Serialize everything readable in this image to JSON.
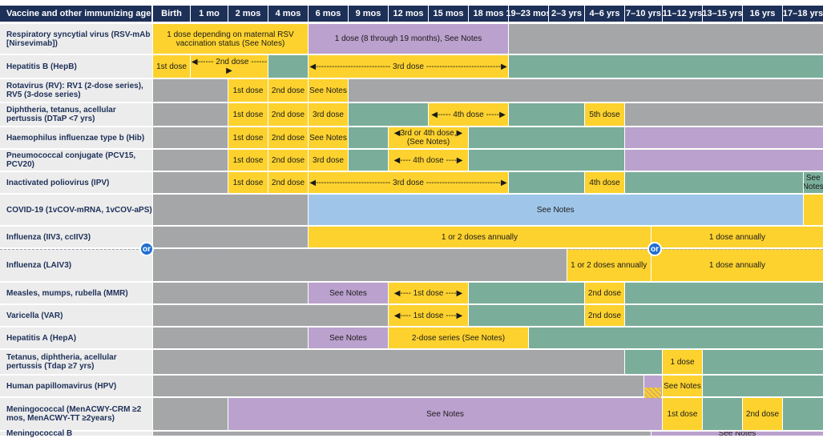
{
  "columns": [
    "Vaccine and other immunizing agents",
    "Birth",
    "1 mo",
    "2 mos",
    "4 mos",
    "6 mos",
    "9 mos",
    "12 mos",
    "15 mos",
    "18 mos",
    "19–23 mos",
    "2–3 yrs",
    "4–6 yrs",
    "7–10 yrs",
    "11–12 yrs",
    "13–15 yrs",
    "16 yrs",
    "17–18 yrs"
  ],
  "colors": {
    "yellow": "#fdd22e",
    "purple": "#bba1cd",
    "gray": "#a5a6a8",
    "green": "#7aae9a",
    "blue": "#9fc6e8",
    "header": "#1d3058"
  },
  "or_label": "or",
  "rows": [
    {
      "name": "Respiratory syncytial virus (RSV-mAb [Nirsevimab])",
      "segments": [
        {
          "s": 1,
          "e": 5,
          "color": "yellow",
          "text": "1 dose depending on maternal RSV vaccination status (See Notes)"
        },
        {
          "s": 5,
          "e": 10,
          "color": "purple",
          "text": "1 dose (8 through 19 months), See Notes"
        },
        {
          "s": 10,
          "e": 18,
          "color": "gray",
          "text": ""
        }
      ]
    },
    {
      "name": "Hepatitis B (HepB)",
      "segments": [
        {
          "s": 1,
          "e": 2,
          "color": "yellow",
          "text": "1st dose"
        },
        {
          "s": 2,
          "e": 4,
          "color": "yellow",
          "text": "◀------ 2nd dose ------▶"
        },
        {
          "s": 4,
          "e": 5,
          "color": "green",
          "text": ""
        },
        {
          "s": 5,
          "e": 10,
          "color": "yellow",
          "text": "◀---------------------------- 3rd dose ----------------------------▶"
        },
        {
          "s": 10,
          "e": 18,
          "color": "green",
          "text": ""
        }
      ]
    },
    {
      "name": "Rotavirus (RV): RV1 (2-dose series), RV5 (3-dose series)",
      "segments": [
        {
          "s": 1,
          "e": 3,
          "color": "gray",
          "text": ""
        },
        {
          "s": 3,
          "e": 4,
          "color": "yellow",
          "text": "1st dose"
        },
        {
          "s": 4,
          "e": 5,
          "color": "yellow",
          "text": "2nd dose"
        },
        {
          "s": 5,
          "e": 6,
          "color": "yellow",
          "text": "See Notes"
        },
        {
          "s": 6,
          "e": 18,
          "color": "gray",
          "text": ""
        }
      ]
    },
    {
      "name": "Diphtheria, tetanus, acellular pertussis (DTaP <7 yrs)",
      "segments": [
        {
          "s": 1,
          "e": 3,
          "color": "gray",
          "text": ""
        },
        {
          "s": 3,
          "e": 4,
          "color": "yellow",
          "text": "1st dose"
        },
        {
          "s": 4,
          "e": 5,
          "color": "yellow",
          "text": "2nd dose"
        },
        {
          "s": 5,
          "e": 6,
          "color": "yellow",
          "text": "3rd dose"
        },
        {
          "s": 6,
          "e": 8,
          "color": "green",
          "text": ""
        },
        {
          "s": 8,
          "e": 10,
          "color": "yellow",
          "text": "◀----- 4th dose -----▶"
        },
        {
          "s": 10,
          "e": 12,
          "color": "green",
          "text": ""
        },
        {
          "s": 12,
          "e": 13,
          "color": "yellow",
          "text": "5th dose"
        },
        {
          "s": 13,
          "e": 18,
          "color": "gray",
          "text": ""
        }
      ]
    },
    {
      "name": "Haemophilus influenzae type b (Hib)",
      "segments": [
        {
          "s": 1,
          "e": 3,
          "color": "gray",
          "text": ""
        },
        {
          "s": 3,
          "e": 4,
          "color": "yellow",
          "text": "1st dose"
        },
        {
          "s": 4,
          "e": 5,
          "color": "yellow",
          "text": "2nd dose"
        },
        {
          "s": 5,
          "e": 6,
          "color": "yellow",
          "text": "See Notes"
        },
        {
          "s": 6,
          "e": 7,
          "color": "green",
          "text": ""
        },
        {
          "s": 7,
          "e": 9,
          "color": "yellow",
          "text": "◀3rd or 4th dose,▶ (See Notes)"
        },
        {
          "s": 9,
          "e": 13,
          "color": "green",
          "text": ""
        },
        {
          "s": 13,
          "e": 18,
          "color": "purple",
          "text": ""
        }
      ]
    },
    {
      "name": "Pneumococcal conjugate (PCV15, PCV20)",
      "segments": [
        {
          "s": 1,
          "e": 3,
          "color": "gray",
          "text": ""
        },
        {
          "s": 3,
          "e": 4,
          "color": "yellow",
          "text": "1st dose"
        },
        {
          "s": 4,
          "e": 5,
          "color": "yellow",
          "text": "2nd dose"
        },
        {
          "s": 5,
          "e": 6,
          "color": "yellow",
          "text": "3rd dose"
        },
        {
          "s": 6,
          "e": 7,
          "color": "green",
          "text": ""
        },
        {
          "s": 7,
          "e": 9,
          "color": "yellow",
          "text": "◀---- 4th dose ----▶"
        },
        {
          "s": 9,
          "e": 13,
          "color": "green",
          "text": ""
        },
        {
          "s": 13,
          "e": 18,
          "color": "purple",
          "text": ""
        }
      ]
    },
    {
      "name": "Inactivated poliovirus (IPV)",
      "segments": [
        {
          "s": 1,
          "e": 3,
          "color": "gray",
          "text": ""
        },
        {
          "s": 3,
          "e": 4,
          "color": "yellow",
          "text": "1st dose"
        },
        {
          "s": 4,
          "e": 5,
          "color": "yellow",
          "text": "2nd dose"
        },
        {
          "s": 5,
          "e": 10,
          "color": "yellow",
          "text": "◀---------------------------- 3rd dose ----------------------------▶"
        },
        {
          "s": 10,
          "e": 12,
          "color": "green",
          "text": ""
        },
        {
          "s": 12,
          "e": 13,
          "color": "yellow",
          "text": "4th dose"
        },
        {
          "s": 13,
          "e": 17.5,
          "color": "green",
          "text": ""
        },
        {
          "s": 17.5,
          "e": 18,
          "color": "green",
          "text": "See Notes"
        }
      ]
    },
    {
      "name": "COVID-19 (1vCOV-mRNA, 1vCOV-aPS)",
      "segments": [
        {
          "s": 1,
          "e": 5,
          "color": "gray",
          "text": ""
        },
        {
          "s": 5,
          "e": 17.5,
          "color": "blue",
          "text": "See Notes"
        },
        {
          "s": 17.5,
          "e": 18,
          "color": "yellow",
          "text": ""
        }
      ]
    },
    {
      "name": "Influenza (IIV3, ccIIV3)",
      "segments": [
        {
          "s": 1,
          "e": 5,
          "color": "gray",
          "text": ""
        },
        {
          "s": 5,
          "e": 13.7,
          "color": "yellow",
          "text": "1 or 2 doses annually"
        },
        {
          "s": 13.7,
          "e": 18,
          "color": "yellow",
          "text": "1 dose annually"
        }
      ]
    },
    {
      "name": "Influenza (LAIV3)",
      "segments": [
        {
          "s": 1,
          "e": 11.5,
          "color": "gray",
          "text": ""
        },
        {
          "s": 11.5,
          "e": 13.7,
          "color": "yellow",
          "text": "1 or 2 doses annually"
        },
        {
          "s": 13.7,
          "e": 18,
          "color": "yellow",
          "text": "1 dose annually"
        }
      ]
    },
    {
      "name": "Measles, mumps, rubella (MMR)",
      "segments": [
        {
          "s": 1,
          "e": 5,
          "color": "gray",
          "text": ""
        },
        {
          "s": 5,
          "e": 7,
          "color": "purple",
          "text": "See Notes"
        },
        {
          "s": 7,
          "e": 9,
          "color": "yellow",
          "text": "◀---- 1st dose ----▶"
        },
        {
          "s": 9,
          "e": 12,
          "color": "green",
          "text": ""
        },
        {
          "s": 12,
          "e": 13,
          "color": "yellow",
          "text": "2nd dose"
        },
        {
          "s": 13,
          "e": 18,
          "color": "green",
          "text": ""
        }
      ]
    },
    {
      "name": "Varicella (VAR)",
      "segments": [
        {
          "s": 1,
          "e": 7,
          "color": "gray",
          "text": ""
        },
        {
          "s": 7,
          "e": 9,
          "color": "yellow",
          "text": "◀---- 1st dose ----▶"
        },
        {
          "s": 9,
          "e": 12,
          "color": "green",
          "text": ""
        },
        {
          "s": 12,
          "e": 13,
          "color": "yellow",
          "text": "2nd dose"
        },
        {
          "s": 13,
          "e": 18,
          "color": "green",
          "text": ""
        }
      ]
    },
    {
      "name": "Hepatitis A (HepA)",
      "segments": [
        {
          "s": 1,
          "e": 5,
          "color": "gray",
          "text": ""
        },
        {
          "s": 5,
          "e": 7,
          "color": "purple",
          "text": "See Notes"
        },
        {
          "s": 7,
          "e": 10.5,
          "color": "yellow",
          "text": "2-dose series (See Notes)"
        },
        {
          "s": 10.5,
          "e": 18,
          "color": "green",
          "text": ""
        }
      ]
    },
    {
      "name": "Tetanus, diphtheria, acellular pertussis (Tdap ≥7 yrs)",
      "segments": [
        {
          "s": 1,
          "e": 13,
          "color": "gray",
          "text": ""
        },
        {
          "s": 13,
          "e": 14,
          "color": "green",
          "text": ""
        },
        {
          "s": 14,
          "e": 15,
          "color": "yellow",
          "text": "1 dose"
        },
        {
          "s": 15,
          "e": 18,
          "color": "green",
          "text": ""
        }
      ]
    },
    {
      "name": "Human papillomavirus (HPV)",
      "segments": [
        {
          "s": 1,
          "e": 13.5,
          "color": "gray",
          "text": ""
        },
        {
          "s": 13.5,
          "e": 14,
          "color": "purple",
          "text": ""
        },
        {
          "s": 14,
          "e": 15,
          "color": "yellow",
          "text": "See Notes"
        },
        {
          "s": 15,
          "e": 18,
          "color": "green",
          "text": ""
        }
      ]
    },
    {
      "name": "Meningococcal (MenACWY-CRM ≥2 mos, MenACWY-TT ≥2years)",
      "segments": [
        {
          "s": 1,
          "e": 3,
          "color": "gray",
          "text": ""
        },
        {
          "s": 3,
          "e": 14,
          "color": "purple",
          "text": "See Notes"
        },
        {
          "s": 14,
          "e": 15,
          "color": "yellow",
          "text": "1st dose"
        },
        {
          "s": 15,
          "e": 16,
          "color": "green",
          "text": ""
        },
        {
          "s": 16,
          "e": 17,
          "color": "yellow",
          "text": "2nd dose"
        },
        {
          "s": 17,
          "e": 18,
          "color": "green",
          "text": ""
        }
      ]
    },
    {
      "name": "Meningococcal B",
      "segments": [
        {
          "s": 1,
          "e": 13.7,
          "color": "gray",
          "text": ""
        },
        {
          "s": 13.7,
          "e": 18,
          "color": "purple",
          "text": "See Notes"
        }
      ]
    }
  ]
}
